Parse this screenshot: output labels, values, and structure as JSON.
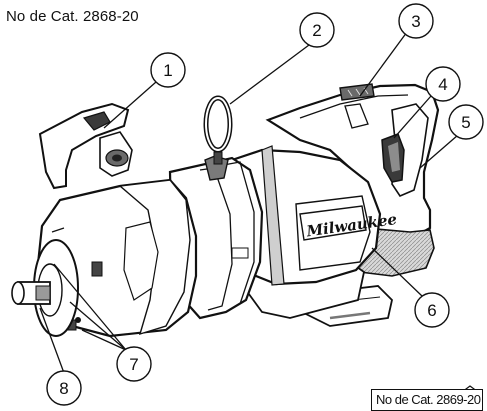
{
  "catalog_primary": "No de Cat. 2868-20",
  "catalog_secondary": "No de Cat. 2869-20",
  "brand": "Milwaukee",
  "colors": {
    "ink": "#111111",
    "shade": "#9a9a9a",
    "shade_dark": "#5a5a5a",
    "paper": "#ffffff"
  },
  "callouts": [
    {
      "number": "1"
    },
    {
      "number": "2"
    },
    {
      "number": "3"
    },
    {
      "number": "4"
    },
    {
      "number": "5"
    },
    {
      "number": "6"
    },
    {
      "number": "7"
    },
    {
      "number": "8"
    }
  ]
}
